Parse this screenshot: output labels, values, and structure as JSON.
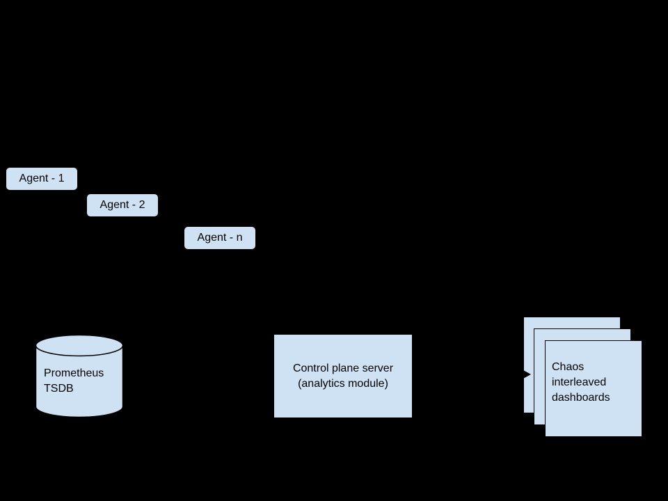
{
  "colors": {
    "background": "#000000",
    "node-fill": "#cfe2f3",
    "node-border": "#000000",
    "text": "#000000"
  },
  "agents": [
    {
      "label": "Agent - 1"
    },
    {
      "label": "Agent - 2"
    },
    {
      "label": "Agent - n"
    }
  ],
  "database": {
    "lines": [
      "Prometheus",
      "TSDB"
    ]
  },
  "server": {
    "lines": [
      "Control plane server",
      "(analytics module)"
    ]
  },
  "dashboards": {
    "lines": [
      "Chaos",
      "interleaved",
      "dashboards"
    ]
  },
  "icons": {
    "database_shape": "database-cylinder-icon",
    "connector": "arrow-right-icon"
  }
}
